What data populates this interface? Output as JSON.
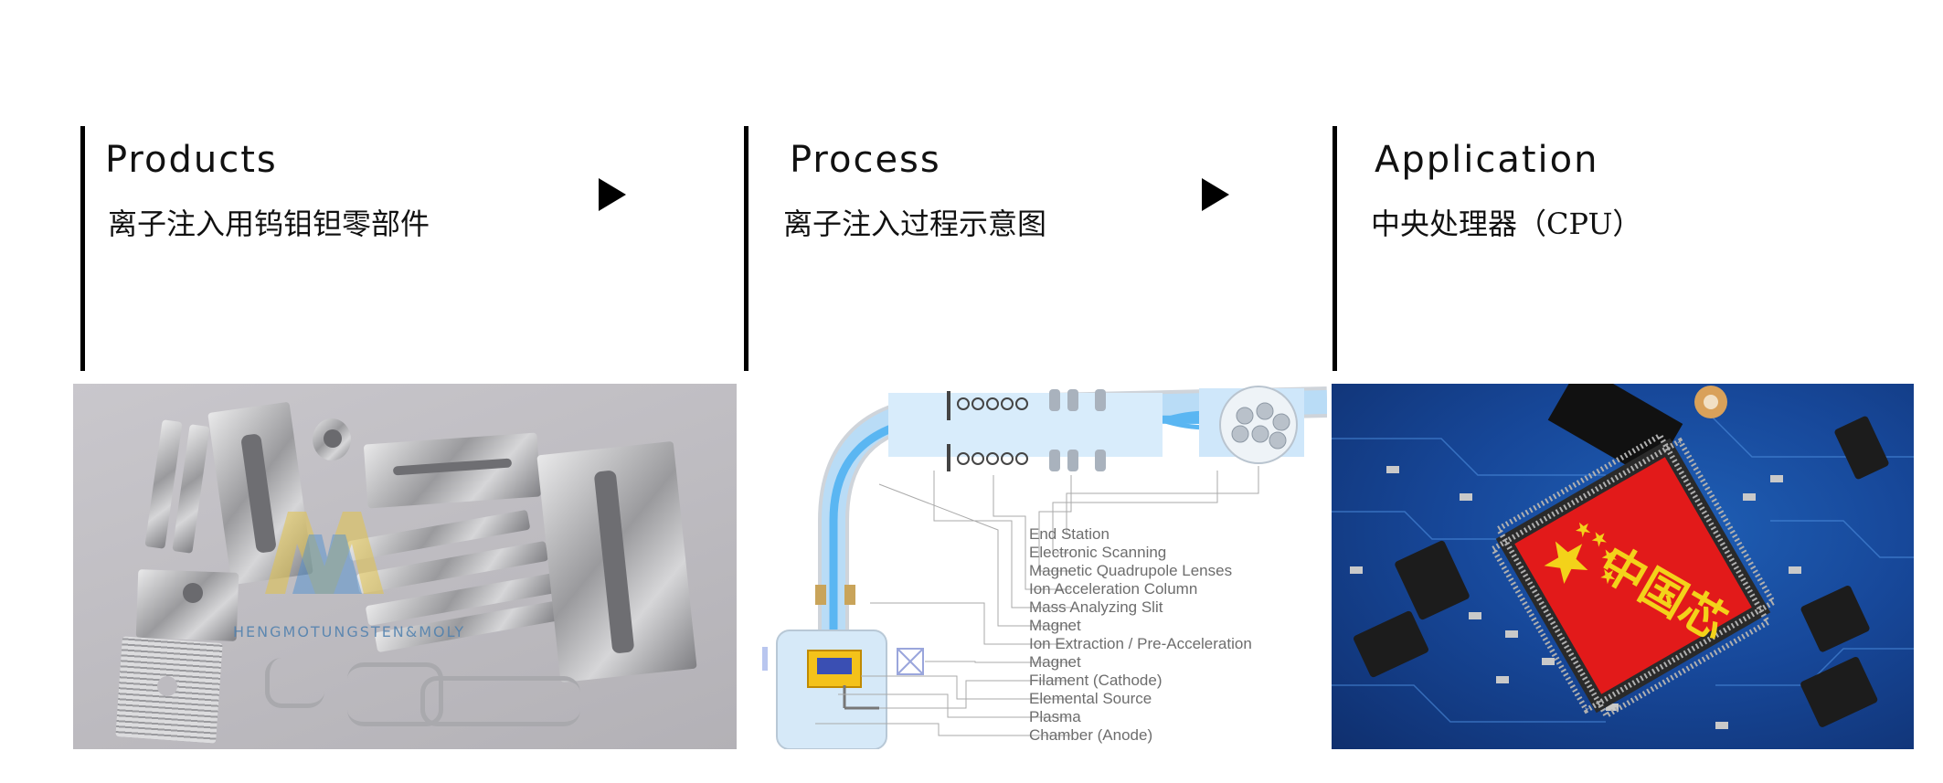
{
  "columns": [
    {
      "id": "products",
      "heading": "Products",
      "subtitle": "离子注入用钨钼钽零部件"
    },
    {
      "id": "process",
      "heading": "Process",
      "subtitle": "离子注入过程示意图"
    },
    {
      "id": "application",
      "heading": "Application",
      "subtitle": "中央处理器（CPU）"
    }
  ],
  "products_image": {
    "watermark": "HENGMOTUNGSTEN&MOLY"
  },
  "process_diagram": {
    "labels": [
      "End Station",
      "Electronic Scanning",
      "Magnetic Quadrupole Lenses",
      "Ion Acceleration Column",
      "Mass Analyzing Slit",
      "Magnet",
      "Ion Extraction / Pre-Acceleration",
      "Magnet",
      "Filament (Cathode)",
      "Elemental Source",
      "Plasma",
      "Chamber (Anode)"
    ]
  },
  "cpu_image": {
    "chip_text": "中国芯",
    "colors": {
      "board": "#17489a",
      "chip": "#e21a1a",
      "chip_text": "#f3d21a"
    }
  }
}
